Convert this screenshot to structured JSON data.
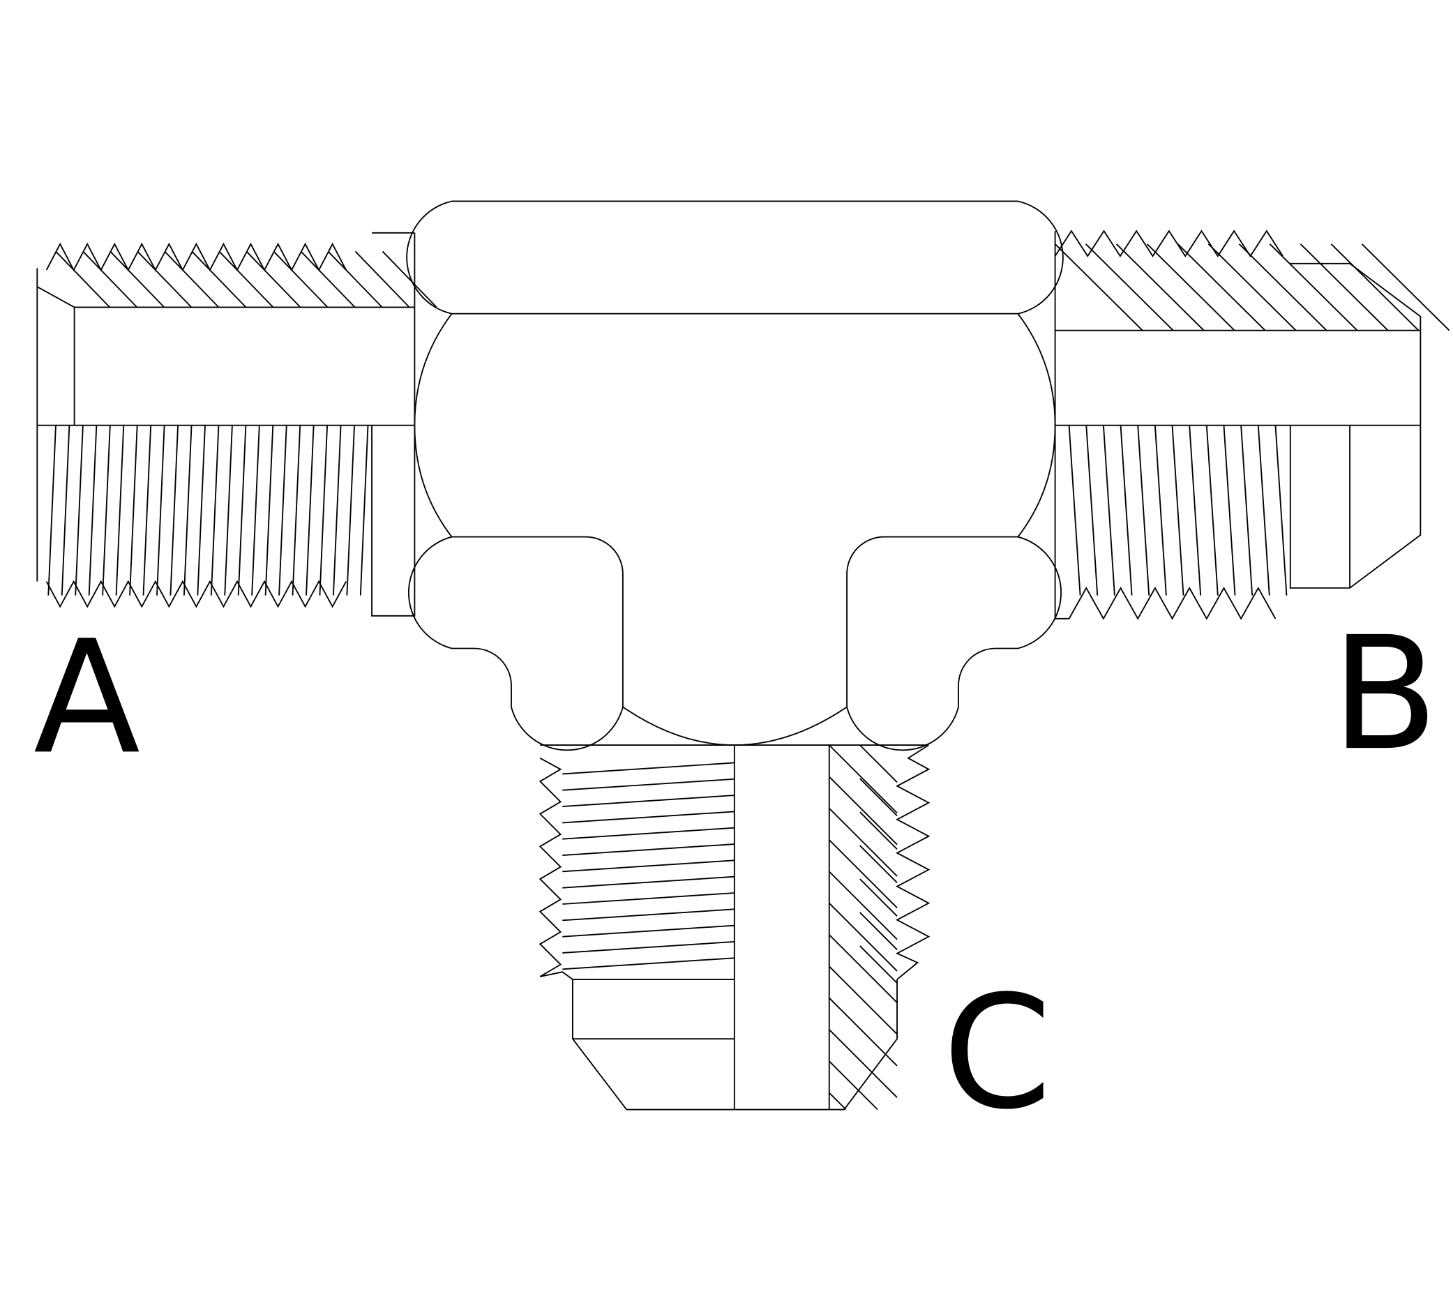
{
  "diagram": {
    "labels": {
      "port_a": "A",
      "port_b": "B",
      "port_c": "C"
    },
    "stroke_color": "#000000",
    "background_color": "#ffffff"
  }
}
